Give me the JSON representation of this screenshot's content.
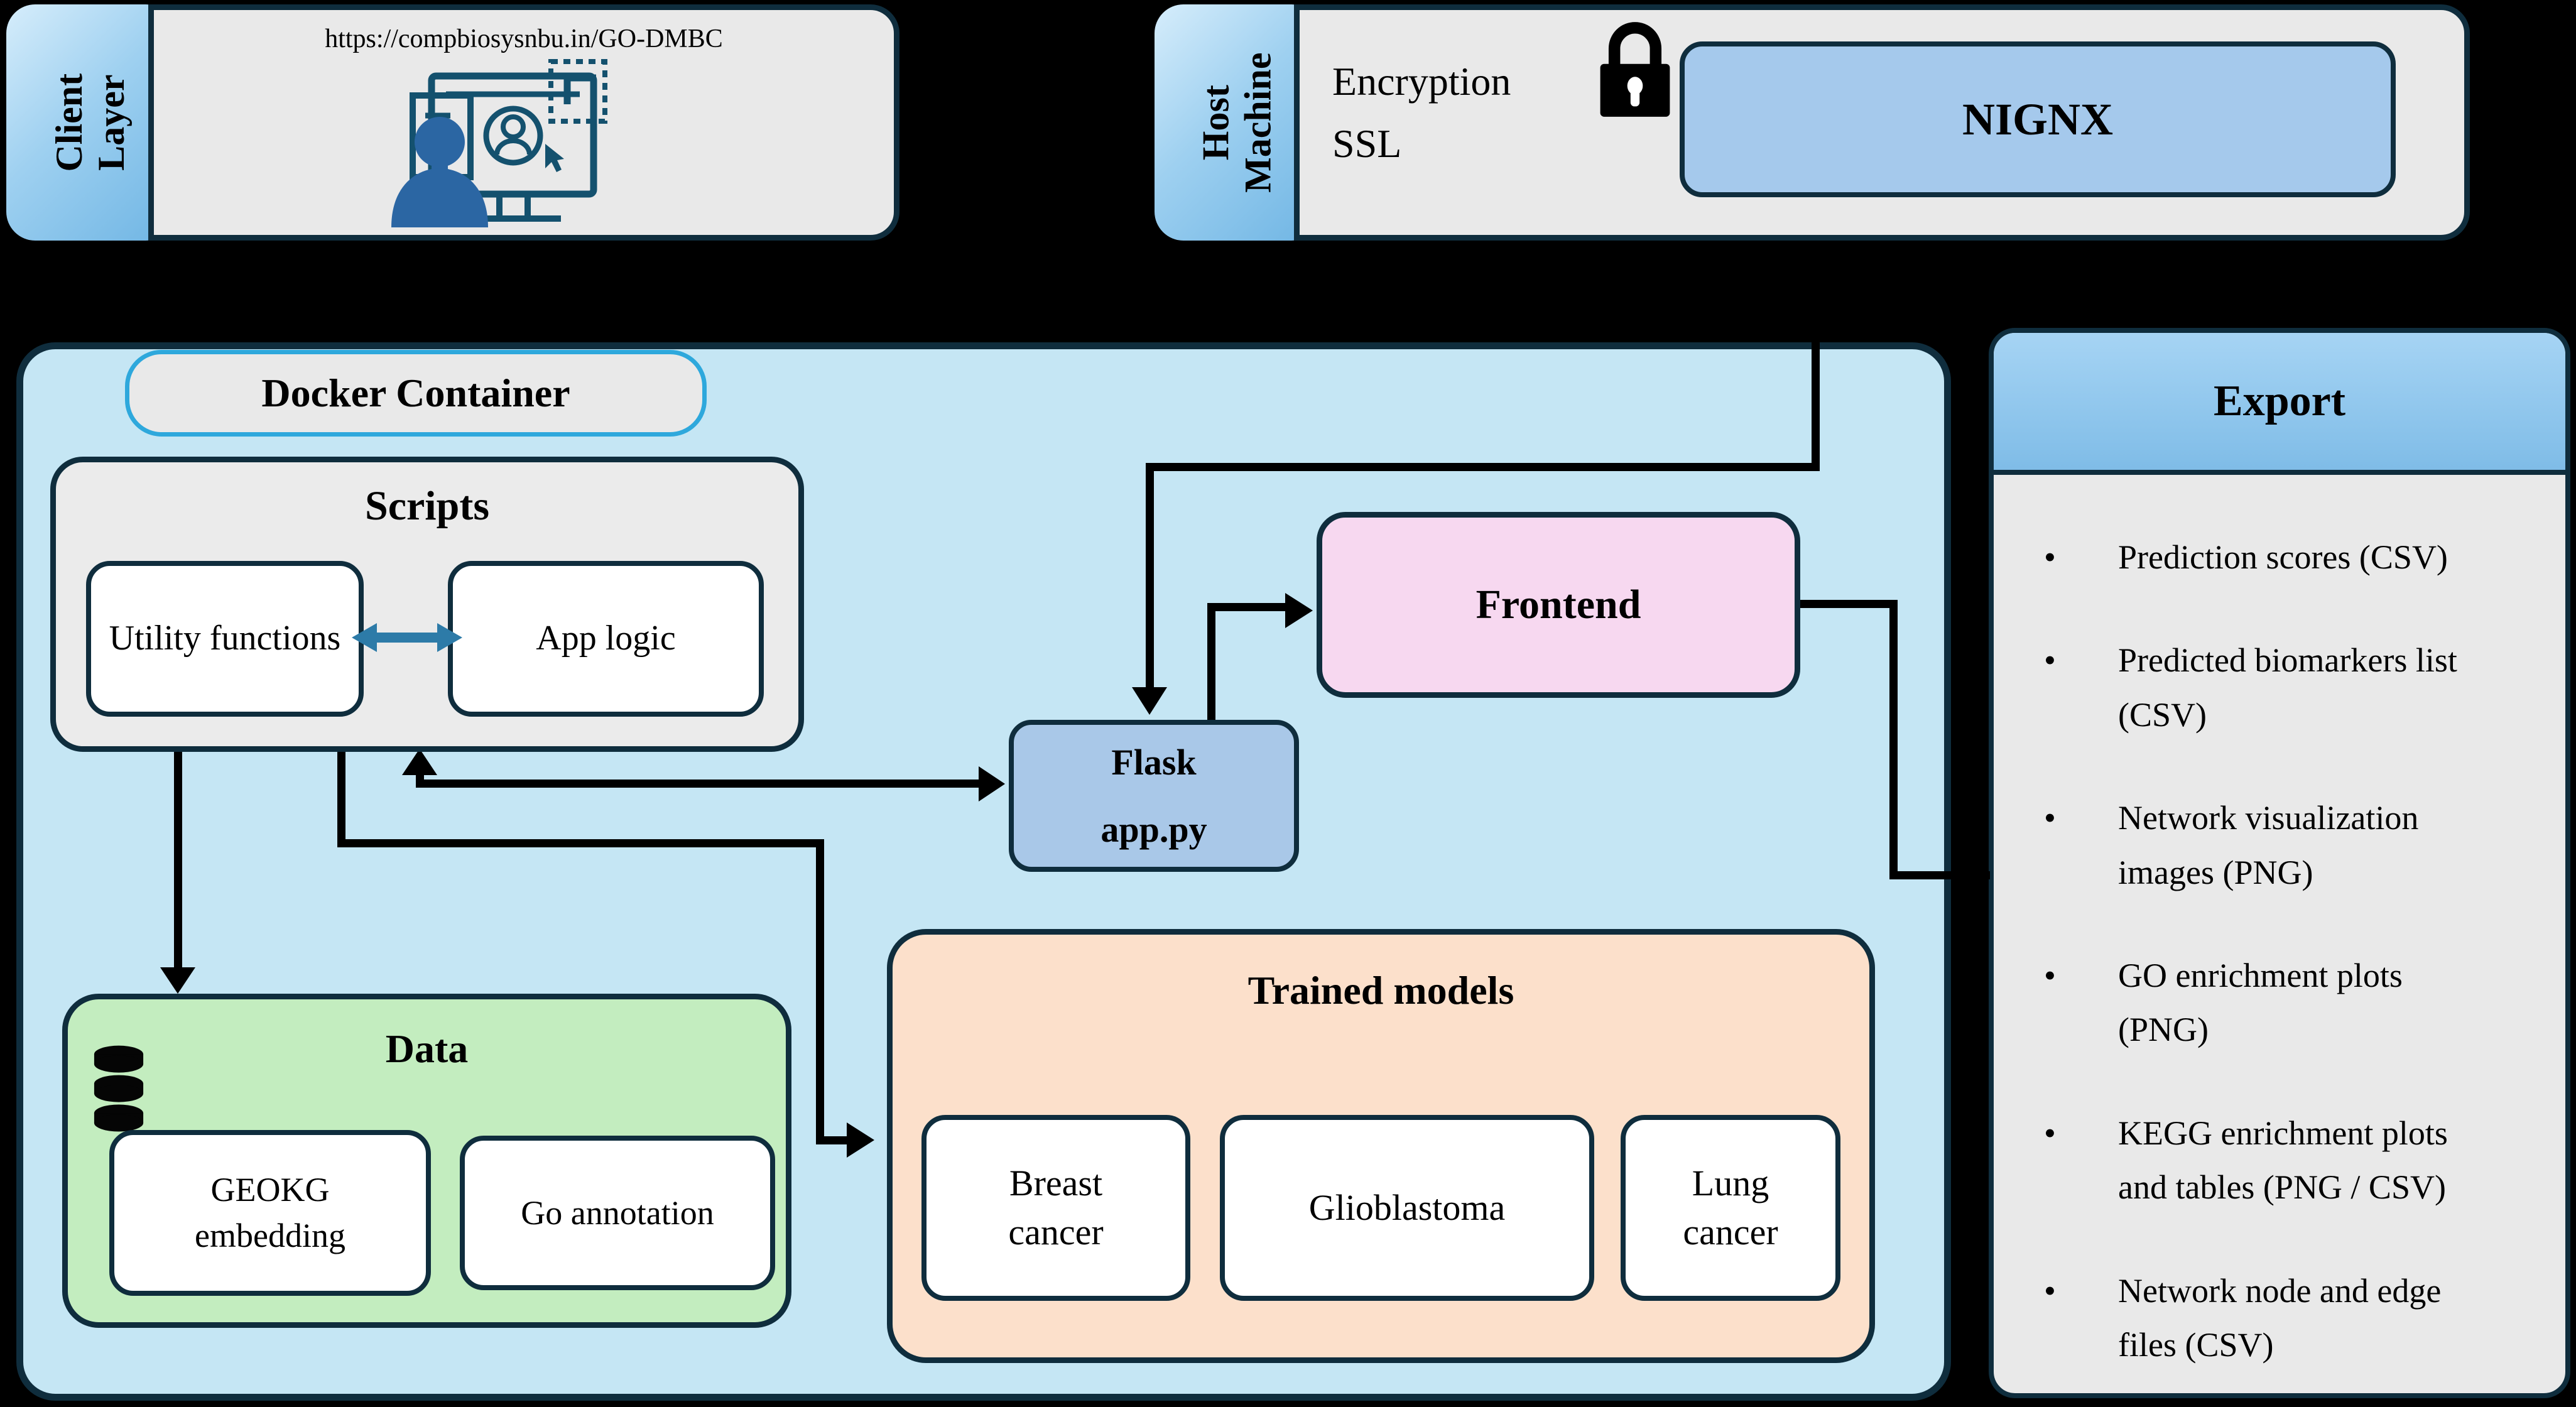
{
  "client_layer": {
    "tab_label": "Client\nLayer",
    "url": "https://compbiosysnbu.in/GO-DMBC"
  },
  "host_machine": {
    "tab_label": "Host\nMachine",
    "encryption_label": "Encryption\nSSL",
    "nginx_label": "NIGNX"
  },
  "docker": {
    "label": "Docker Container",
    "scripts": {
      "title": "Scripts",
      "utility_functions": "Utility functions",
      "app_logic": "App logic"
    },
    "flask_label": "Flask\napp.py",
    "frontend_label": "Frontend",
    "data": {
      "title": "Data",
      "geokg": "GEOKG embedding",
      "go_annotation": "Go annotation"
    },
    "trained_models": {
      "title": "Trained models",
      "models": [
        "Breast cancer",
        "Glioblastoma",
        "Lung cancer"
      ]
    }
  },
  "export_panel": {
    "title": "Export",
    "items": [
      "Prediction scores (CSV)",
      "Predicted biomarkers list (CSV)",
      "Network visualization images (PNG)",
      "GO enrichment plots (PNG)",
      "KEGG enrichment plots and tables (PNG / CSV)",
      "Network node and edge files (CSV)"
    ]
  },
  "colors": {
    "background": "#000000",
    "border_navy": "#0f2d3d",
    "panel_gray": "#e9e9e9",
    "docker_blue": "#c5e6f4",
    "docker_label_border": "#2ea8dc",
    "tab_blue_light": "#d6edfb",
    "tab_blue_dark": "#6fb5e4",
    "nginx_fill": "#a5c9ec",
    "flask_fill": "#a9c8e8",
    "frontend_fill": "#f7d8f0",
    "data_fill": "#c3edbf",
    "trained_fill": "#fce0cb",
    "export_header_top": "#a6d4f4",
    "export_header_bottom": "#7fbce7",
    "double_arrow_teal": "#2d7ba8",
    "icon_outline": "#14516e",
    "icon_person_fill": "#2b66a3"
  }
}
